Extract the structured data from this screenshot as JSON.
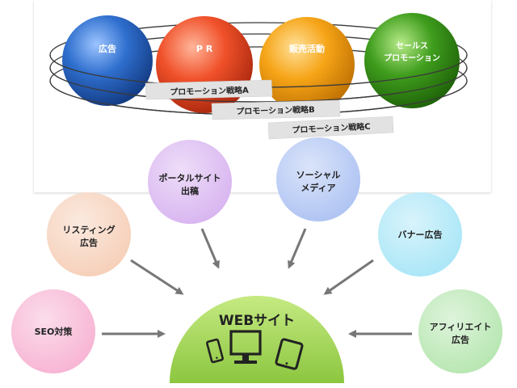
{
  "spheres": [
    {
      "label": "広告",
      "color": "#2f6fce"
    },
    {
      "label": "P R",
      "color": "#f0512a"
    },
    {
      "label": "販売活動",
      "color": "#f6a417"
    },
    {
      "label_lines": [
        "セールス",
        "プロモーション"
      ],
      "color": "#3f9d1d"
    }
  ],
  "strategy_labels": [
    "プロモーション戦略A",
    "プロモーション戦略B",
    "プロモーション戦略C"
  ],
  "channels": [
    {
      "key": "portal",
      "lines": [
        "ポータルサイト",
        "出稿"
      ],
      "color": "#d8b4f0"
    },
    {
      "key": "social",
      "lines": [
        "ソーシャル",
        "メディア"
      ],
      "color": "#aec3f3"
    },
    {
      "key": "listing",
      "lines": [
        "リスティング",
        "広告"
      ],
      "color": "#f6cfb8"
    },
    {
      "key": "banner",
      "lines": [
        "バナー広告"
      ],
      "color": "#a9e6f7"
    },
    {
      "key": "seo",
      "lines": [
        "SEO対策"
      ],
      "color": "#f7b3d3"
    },
    {
      "key": "affiliate",
      "lines": [
        "アフィリエイト",
        "広告"
      ],
      "color": "#b6e6b0"
    }
  ],
  "center": {
    "label": "WEBサイト",
    "color": "#9ed34a",
    "devices": [
      "smartphone-icon",
      "monitor-icon",
      "tablet-icon"
    ]
  },
  "colors": {
    "arrow": "#777777",
    "orbit": "#3a3a3a",
    "tag_bg": "#e2e2e2",
    "tag_text": "#222222"
  }
}
